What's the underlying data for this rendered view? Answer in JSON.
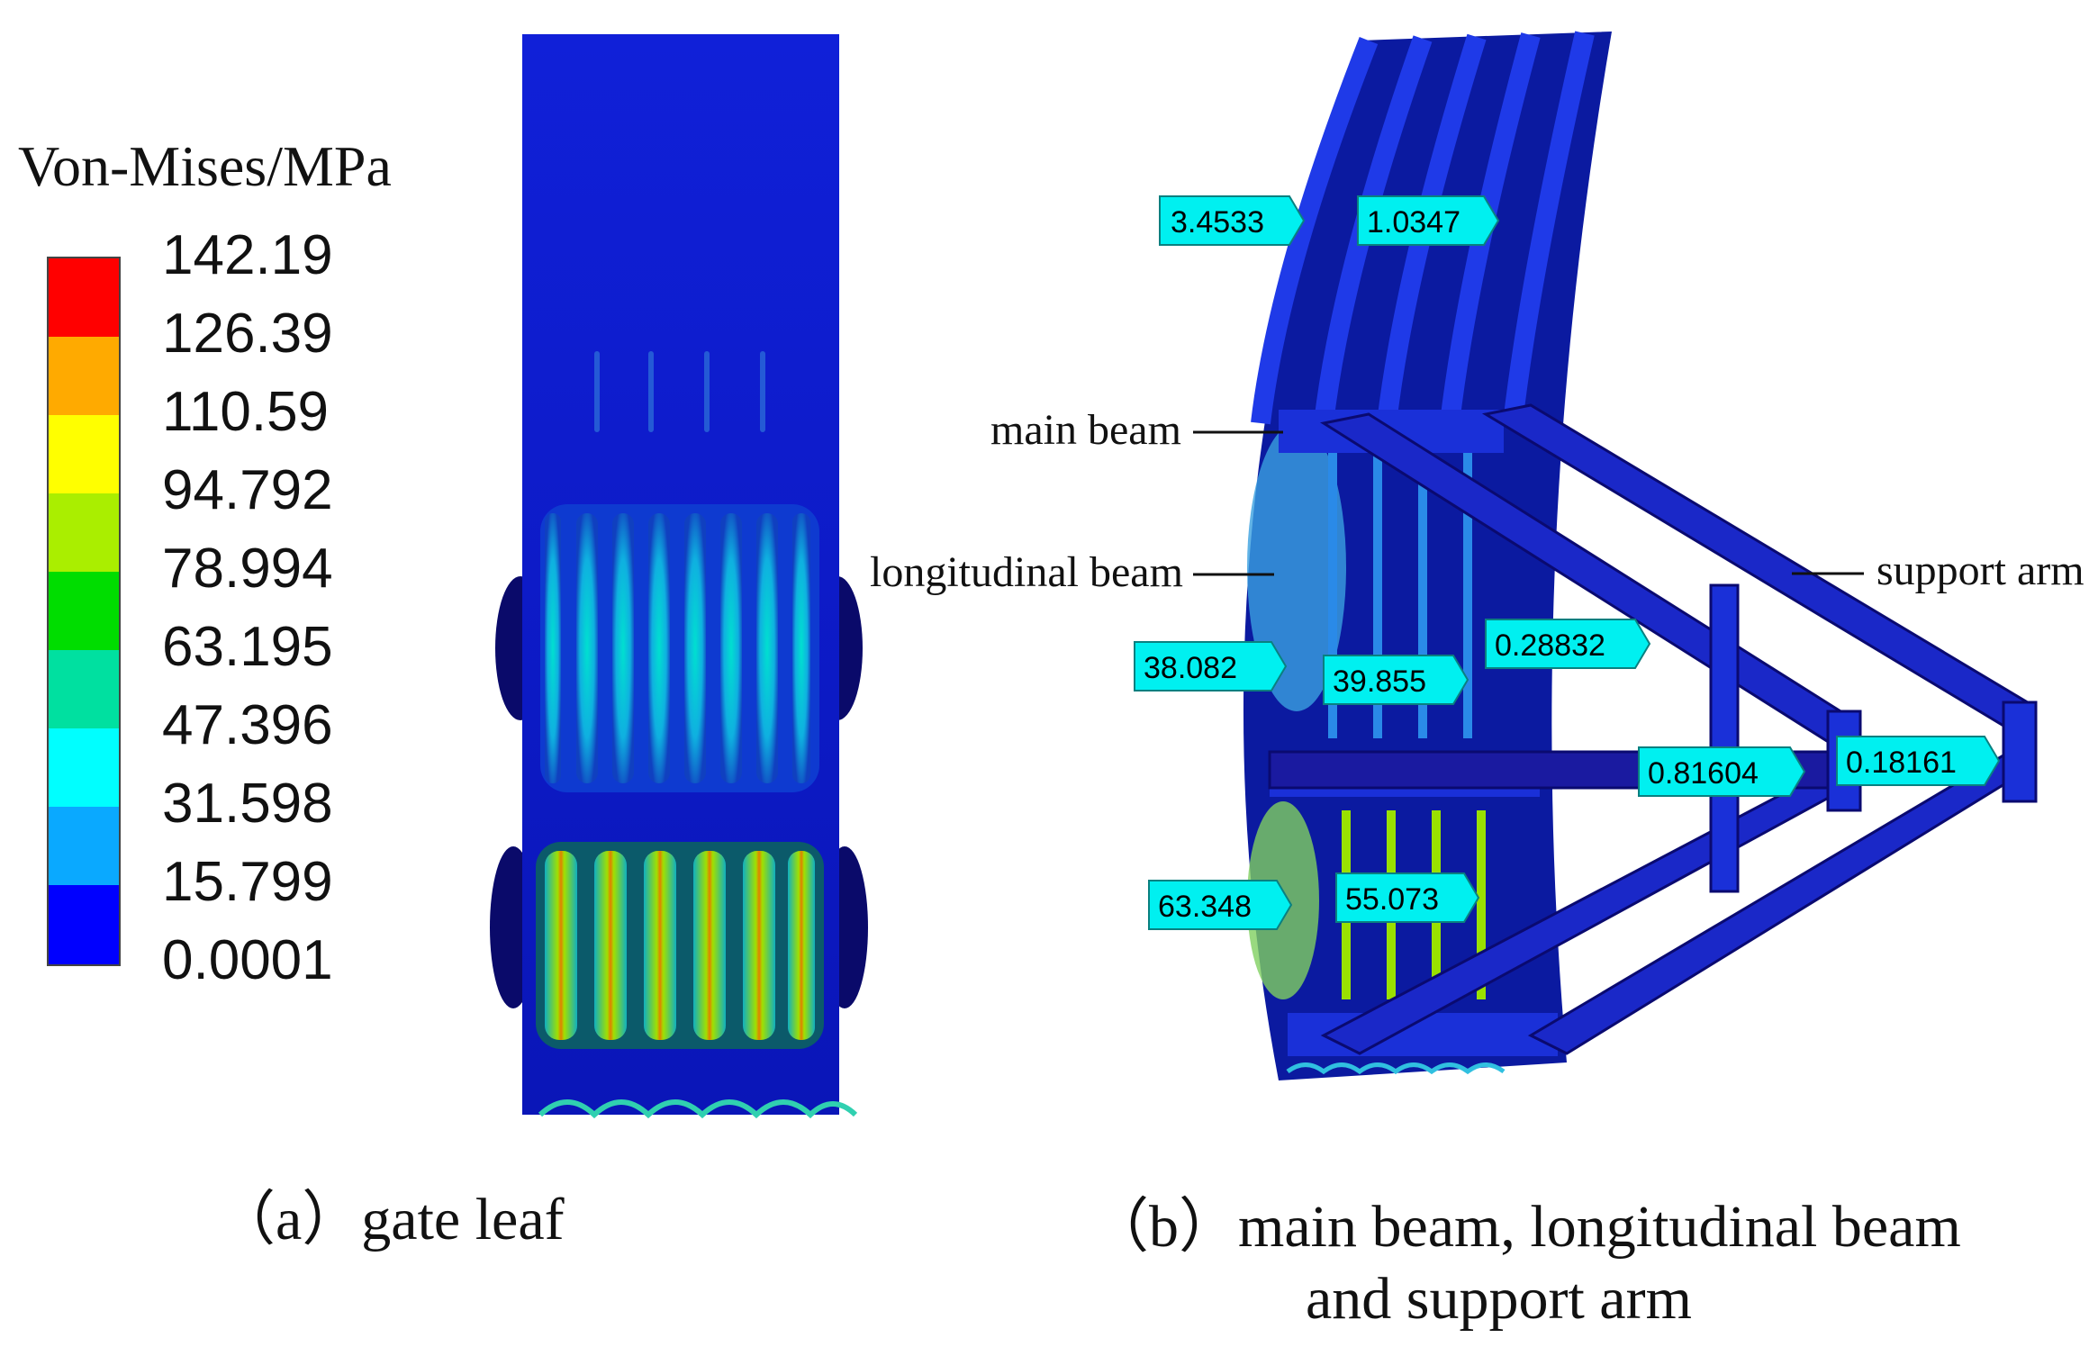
{
  "legend": {
    "title": "Von-Mises/MPa",
    "values": [
      "142.19",
      "126.39",
      "110.59",
      "94.792",
      "78.994",
      "63.195",
      "47.396",
      "31.598",
      "15.799",
      "0.0001"
    ],
    "colors": [
      "#ff0000",
      "#ffaa00",
      "#ffff00",
      "#aaee00",
      "#00dd00",
      "#00e0a0",
      "#00ffff",
      "#0aa9ff",
      "#0000ff"
    ]
  },
  "captions": {
    "a": "（a）gate leaf",
    "b_line1": "（b）main beam, longitudinal beam",
    "b_line2": "and support arm"
  },
  "callouts": {
    "main_beam": "main beam",
    "longitudinal_beam": "longitudinal beam",
    "support_arm": "support arm"
  },
  "tags": [
    "3.4533",
    "1.0347",
    "38.082",
    "39.855",
    "0.28832",
    "0.81604",
    "0.18161",
    "63.348",
    "55.073"
  ]
}
